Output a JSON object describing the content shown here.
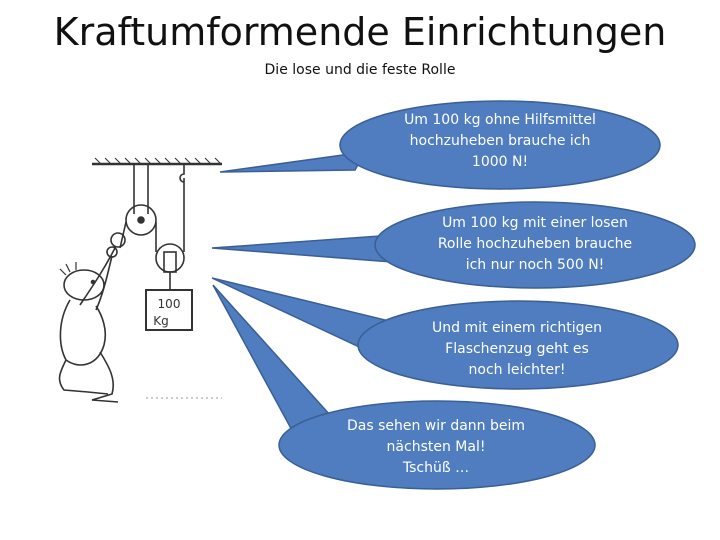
{
  "slide": {
    "title": "Kraftumformende Einrichtungen",
    "subtitle": "Die lose und die feste Rolle"
  },
  "weight_label": [
    "100",
    "Kg"
  ],
  "bubbles": [
    {
      "lines": [
        "Um 100 kg ohne Hilfsmittel",
        "hochzuheben brauche ich",
        "1000 N!"
      ]
    },
    {
      "lines": [
        "Um 100 kg mit einer losen",
        "Rolle hochzuheben brauche",
        "ich nur noch 500 N!"
      ]
    },
    {
      "lines": [
        "Und mit einem richtigen",
        "Flaschenzug geht es",
        "noch leichter!"
      ]
    },
    {
      "lines": [
        "Das sehen wir dann beim",
        "nächsten Mal!",
        "Tschüß …"
      ]
    }
  ],
  "colors": {
    "bubble_fill": "#4f7dbf",
    "bubble_stroke": "#3a5f96",
    "bubble_text": "#ffffff"
  },
  "illustration": "pulley-man-sketch"
}
